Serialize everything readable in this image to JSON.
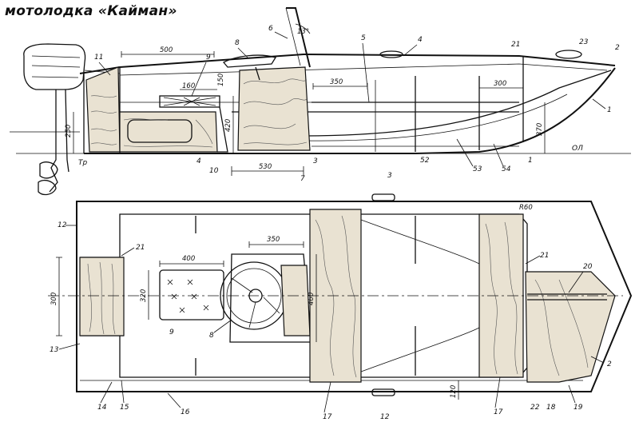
{
  "title": "мотолодка «Кайман»",
  "side_view": {
    "dimensions": {
      "d500": "500",
      "d160": "160",
      "d150": "150",
      "d350": "350",
      "d300": "300",
      "d250": "250",
      "d420": "420",
      "d370": "370",
      "d530": "530",
      "angle": "13°"
    },
    "markers": {
      "tr": "Тр",
      "ol": "ОЛ"
    },
    "callouts": [
      "1",
      "2",
      "3",
      "4",
      "5",
      "6",
      "7",
      "8",
      "9",
      "10",
      "11",
      "21",
      "23",
      "4",
      "3",
      "1",
      "52",
      "53",
      "54"
    ]
  },
  "plan_view": {
    "dimensions": {
      "d400": "400",
      "d350": "350",
      "d320": "320",
      "d300": "300",
      "d460": "460",
      "d120": "120",
      "r860": "R60"
    },
    "callouts": [
      "12",
      "21",
      "13",
      "14",
      "15",
      "16",
      "17",
      "12",
      "17",
      "22",
      "18",
      "19",
      "2",
      "20",
      "21",
      "9",
      "8"
    ]
  }
}
